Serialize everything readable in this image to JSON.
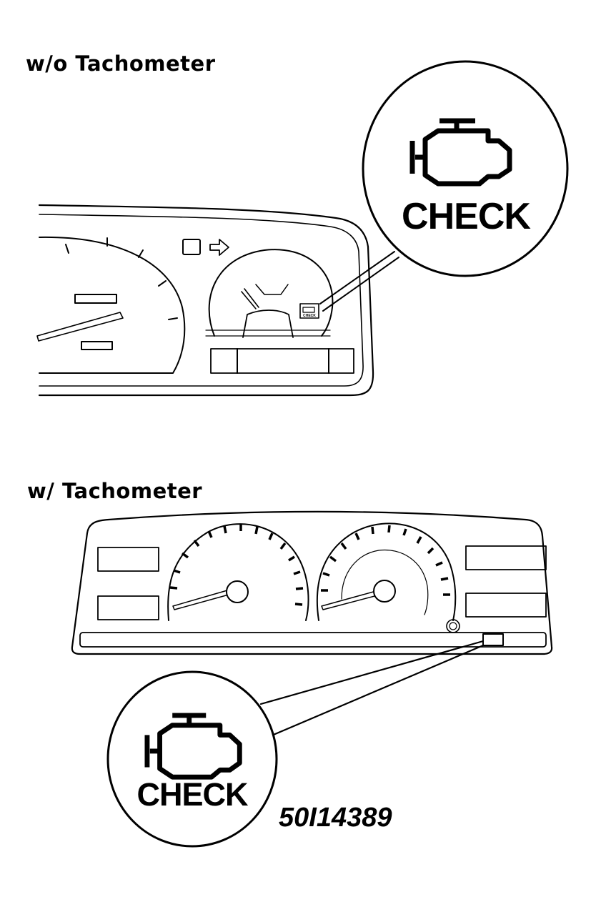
{
  "captions": {
    "without_tachometer": "w/o Tachometer",
    "with_tachometer": "w/ Tachometer"
  },
  "indicator_label": "CHECK",
  "small_indicator_label": "CHECK",
  "figure_id": "50I14389",
  "icons": {
    "engine": "check-engine-icon",
    "arrow": "turn-signal-arrow-icon"
  },
  "colors": {
    "line": "#000000",
    "background": "#ffffff"
  }
}
